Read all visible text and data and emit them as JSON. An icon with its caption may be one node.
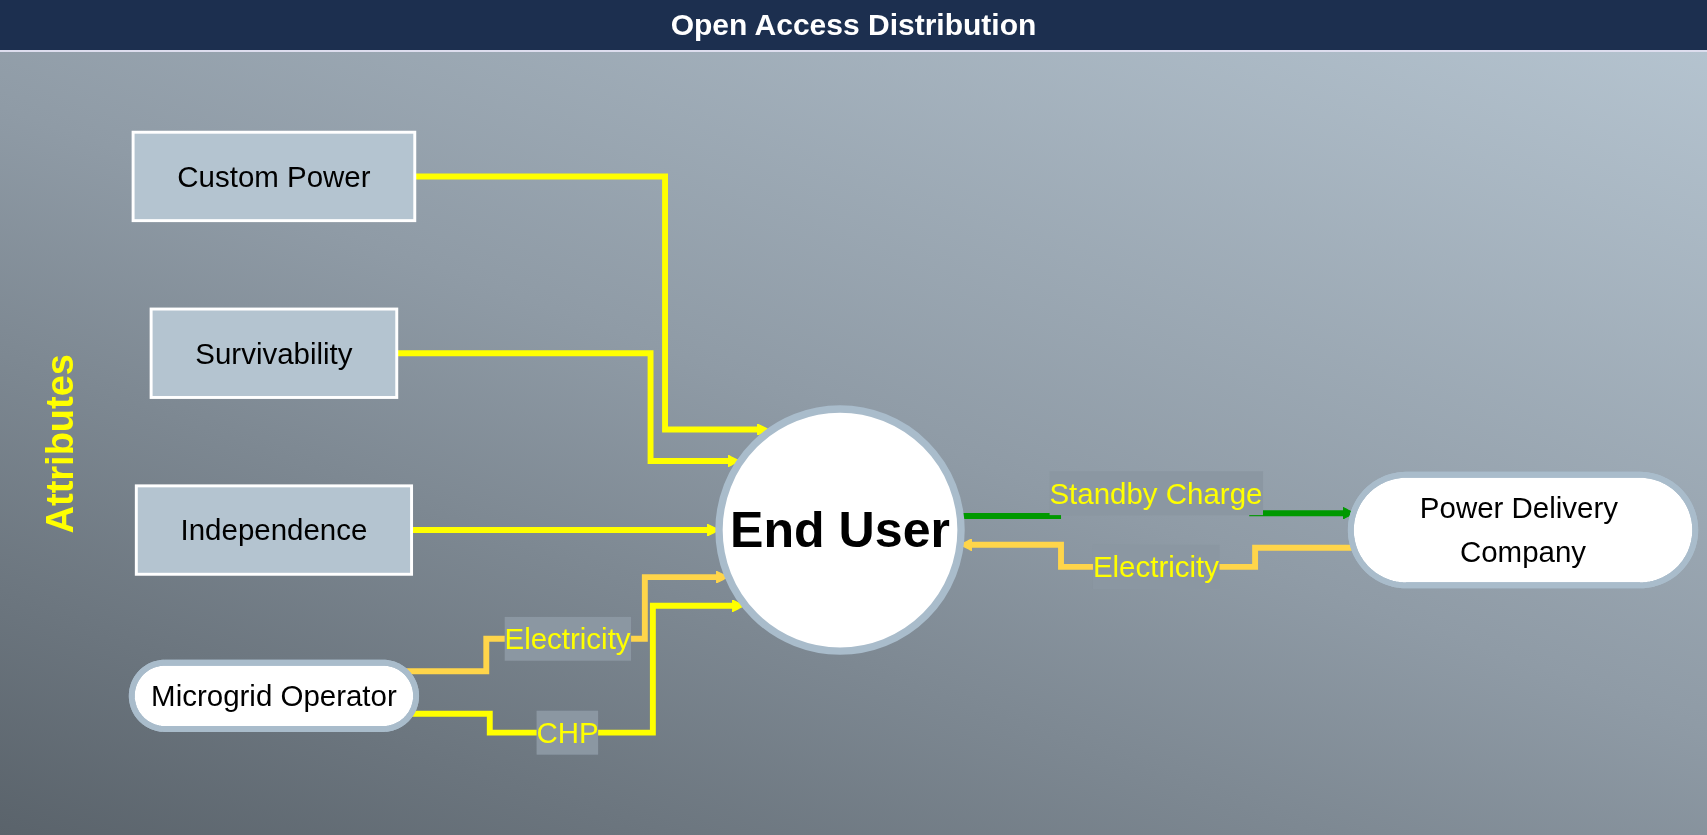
{
  "diagram": {
    "title": "Open Access Distribution",
    "nodes": [
      {
        "text": [
          "Custom Power"
        ]
      },
      {
        "text": [
          "Survivability"
        ]
      },
      {
        "text": [
          "Independence"
        ]
      },
      {
        "text": [
          "End User"
        ]
      },
      {
        "text": [
          "Power Delivery Company"
        ]
      },
      {
        "text": [
          "Microgrid Operator"
        ]
      }
    ],
    "edges": [
      {
        "from": 0,
        "to": 3,
        "arrow": "to"
      },
      {
        "from": 1,
        "to": 3,
        "arrow": "to"
      },
      {
        "from": 2,
        "to": 3,
        "arrow": "to"
      },
      {
        "from": 3,
        "to": 4,
        "arrow": "to",
        "label": "Standby Charge",
        "color": "#009900"
      },
      {
        "from": 4,
        "to": 3,
        "arrow": "to",
        "label": "Electricity",
        "color": "#ffd54a"
      },
      {
        "from": 5,
        "to": 3,
        "arrow": "to",
        "label": "Electricity",
        "color": "#ffd54a"
      },
      {
        "from": 5,
        "to": 3,
        "arrow": "to",
        "label": "CHP"
      }
    ],
    "labels": [
      "Attributes"
    ]
  }
}
